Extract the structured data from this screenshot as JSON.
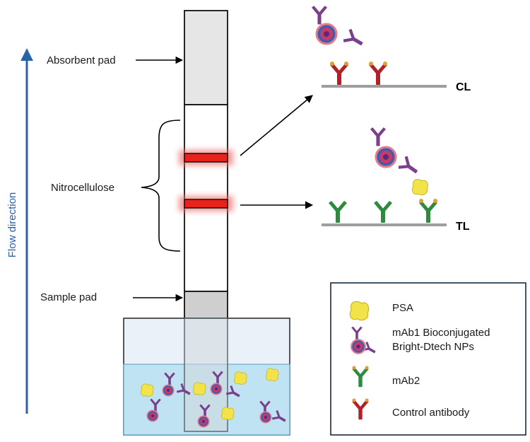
{
  "labels": {
    "absorbent_pad": "Absorbent pad",
    "nitrocellulose": "Nitrocellulose",
    "sample_pad": "Sample pad",
    "flow_direction": "Flow direction",
    "control_line": "CL",
    "test_line": "TL"
  },
  "legend": {
    "items": [
      {
        "label": "PSA",
        "icon": "psa-antigen-icon"
      },
      {
        "label": "mAb1 Bioconjugated",
        "label2": "Bright-Dtech NPs",
        "icon": "bioconjugated-nanoparticle-icon"
      },
      {
        "label": "mAb2",
        "icon": "green-antibody-icon"
      },
      {
        "label": "Control antibody",
        "icon": "red-antibody-icon"
      }
    ]
  },
  "colors": {
    "purple_antibody": "#7b3f8c",
    "green_antibody": "#2e8b3d",
    "red_antibody": "#b0222a",
    "antibody_tip": "#e0a030",
    "psa": "#f2e34a",
    "test_band": "#e8231c",
    "flow_arrow": "#2a62a8",
    "liquid": "#bfe3f2"
  }
}
